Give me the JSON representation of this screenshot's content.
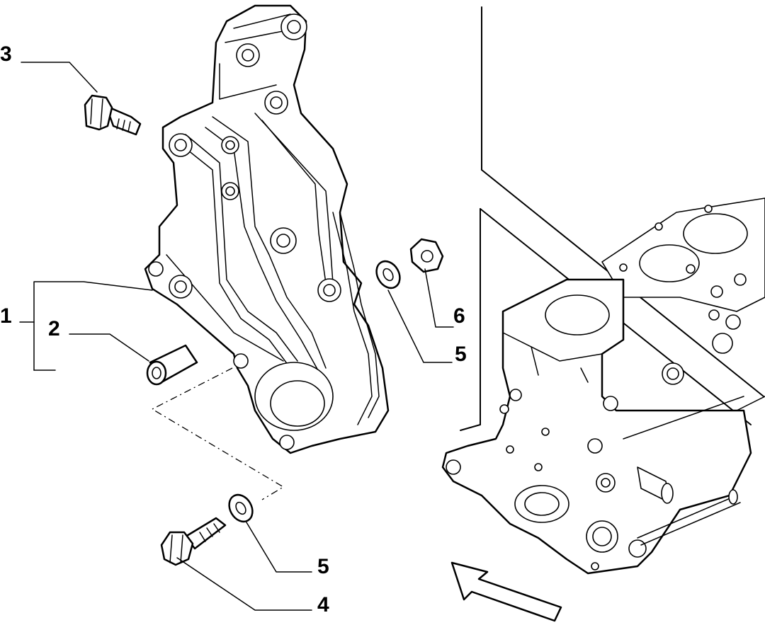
{
  "diagram": {
    "callouts": [
      {
        "id": "c3",
        "label": "3"
      },
      {
        "id": "c1",
        "label": "1"
      },
      {
        "id": "c2",
        "label": "2"
      },
      {
        "id": "c6",
        "label": "6"
      },
      {
        "id": "c5a",
        "label": "5"
      },
      {
        "id": "c5b",
        "label": "5"
      },
      {
        "id": "c4",
        "label": "4"
      }
    ],
    "line_color": "#000000",
    "background_color": "#ffffff"
  }
}
